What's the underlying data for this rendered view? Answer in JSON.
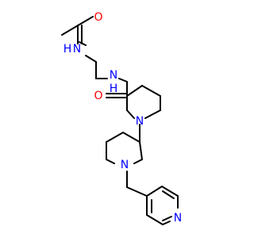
{
  "molecule": {
    "atoms": {
      "O_acetyl": "O",
      "N_amide1": "N",
      "H_amide1": "H",
      "N_amide2": "N",
      "H_amide2": "H",
      "O_amide2": "O",
      "N_pip1": "N",
      "N_pip2": "N",
      "N_pyr": "N"
    },
    "colors": {
      "bond": "#000000",
      "O": "#ff0000",
      "N": "#0000ff",
      "H": "#0000ff"
    }
  }
}
